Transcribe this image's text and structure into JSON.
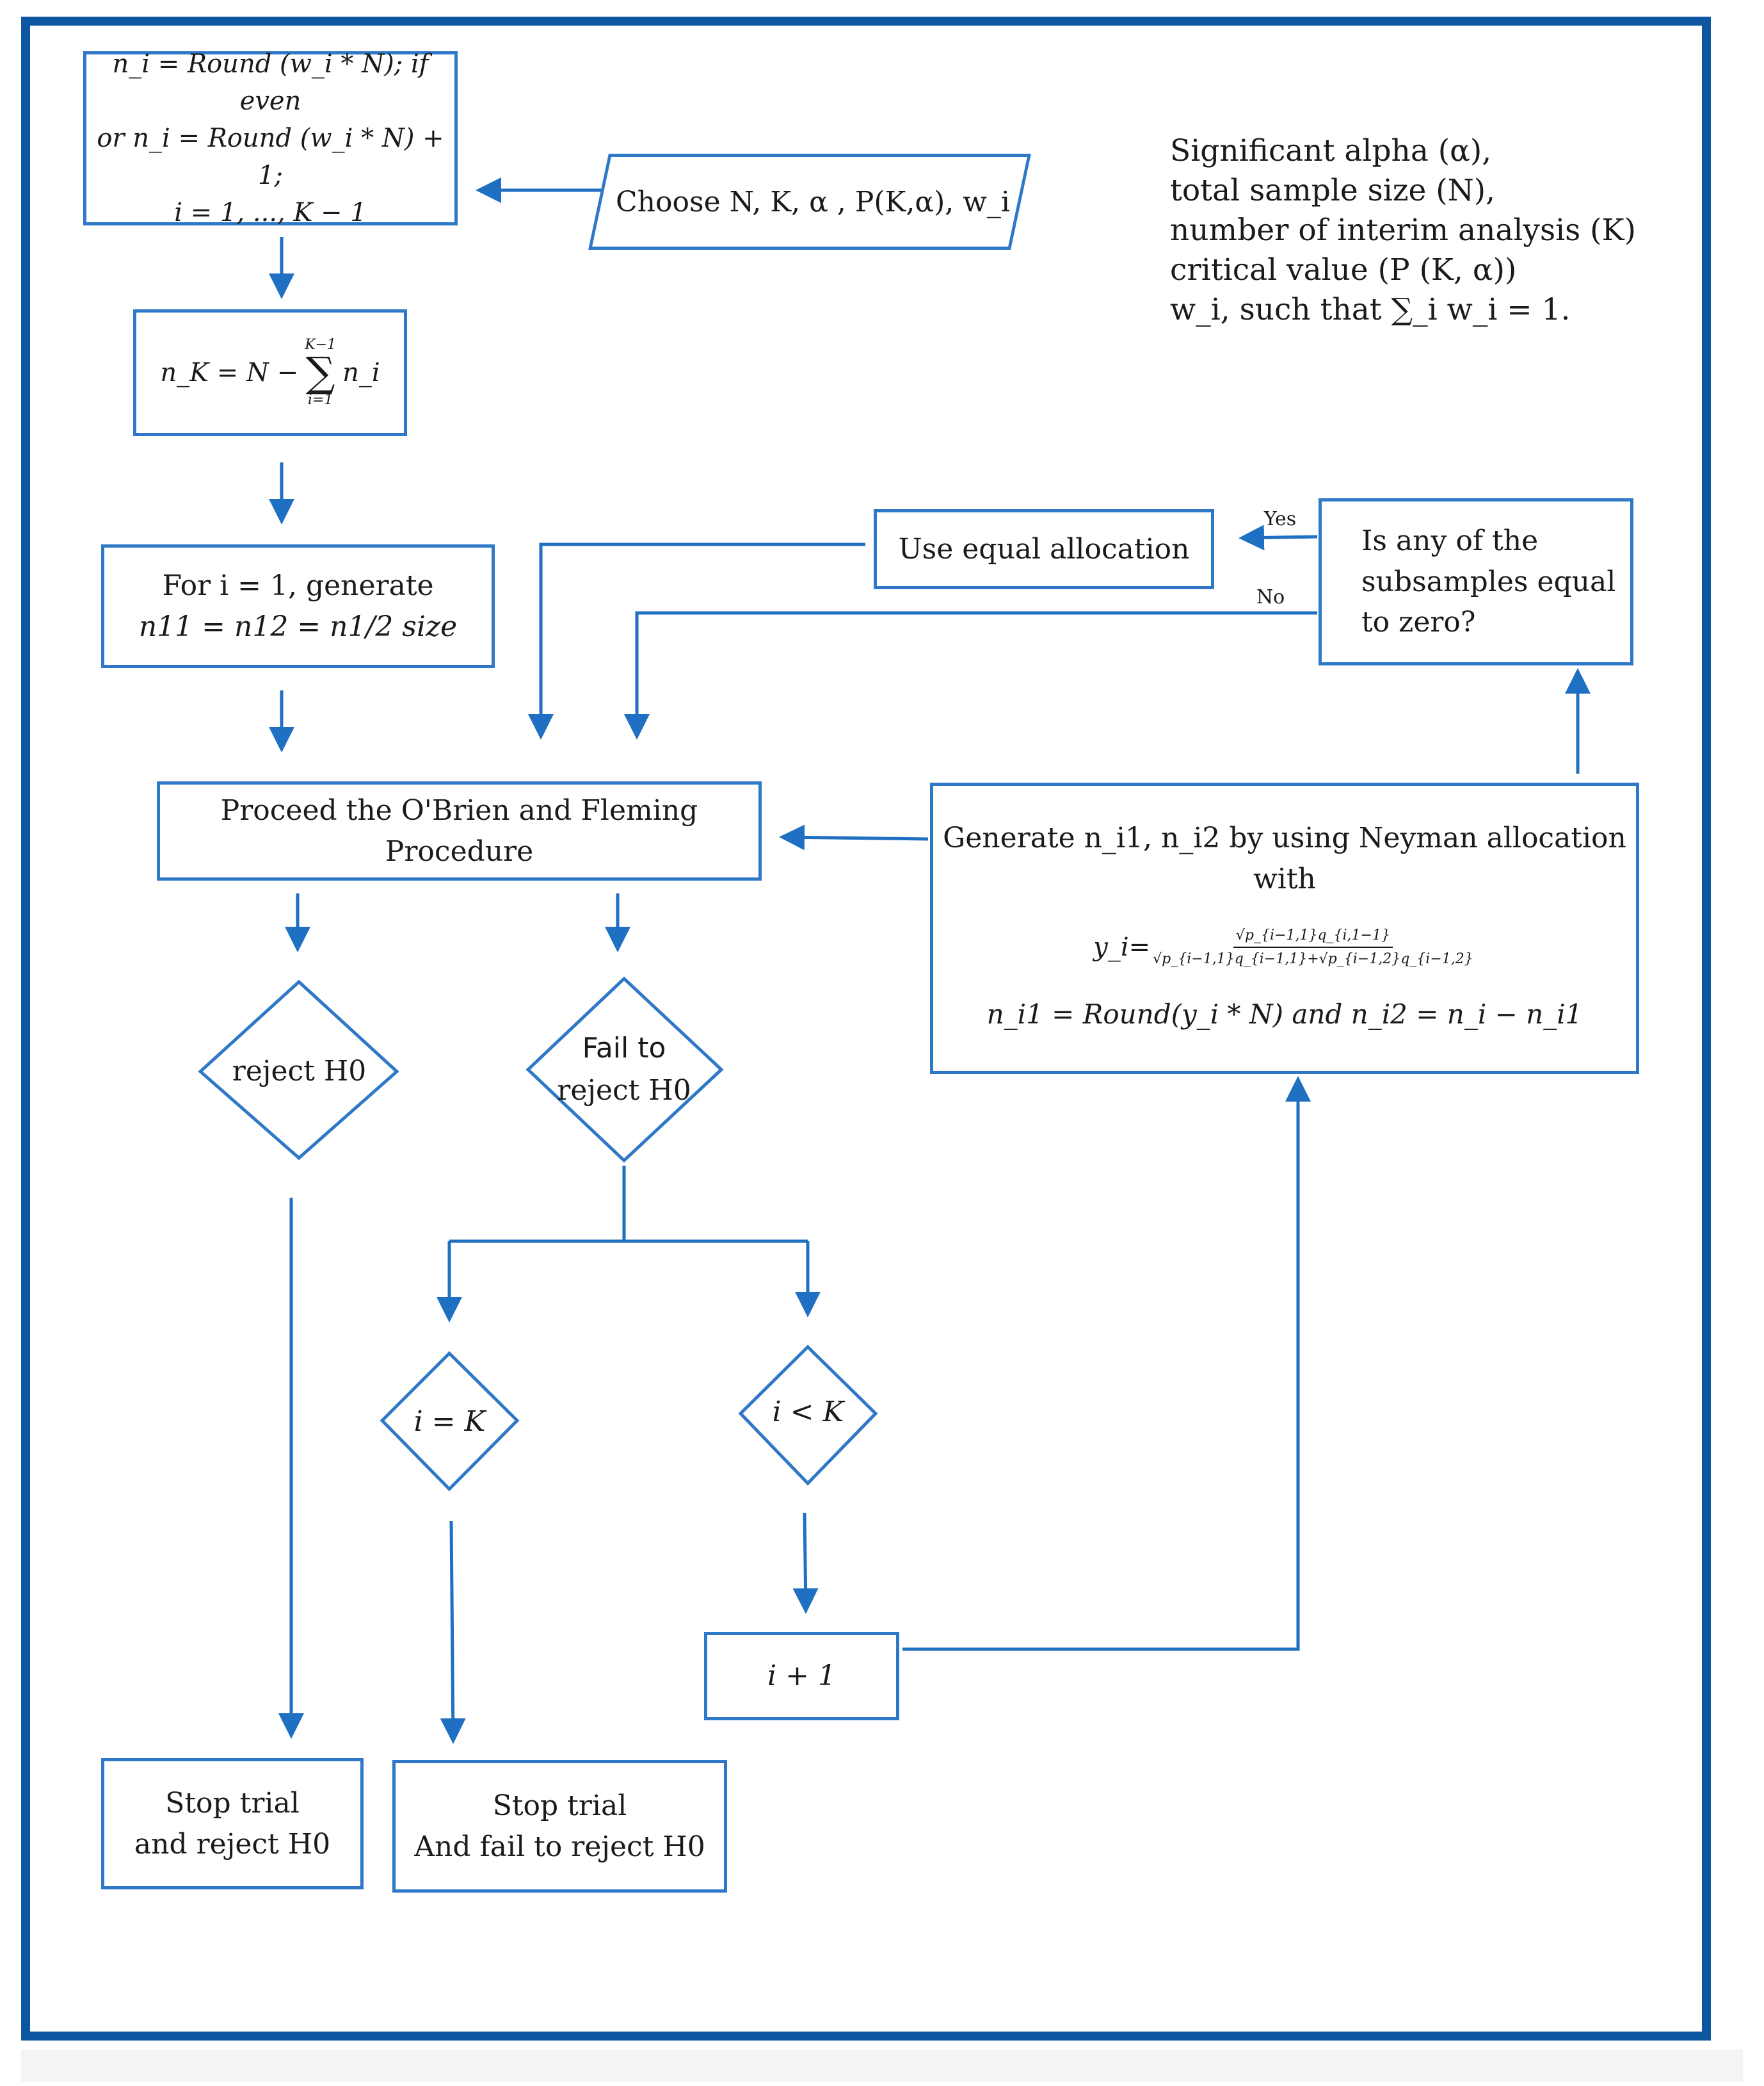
{
  "nodes": {
    "round_box": {
      "line1": "n_i = Round (w_i * N); if even",
      "line2": "or n_i = Round (w_i * N) + 1;",
      "line3": "i = 1, ..., K − 1"
    },
    "choose": "Choose N, K, α , P(K,α), w_i",
    "nk_box": {
      "lhs": "n_K = N −",
      "sum_top": "K−1",
      "sum_bottom": "i=1",
      "term": "n_i"
    },
    "for_box": {
      "line1": "For i = 1, generate",
      "line2": "n11 = n12 = n1/2 size"
    },
    "equal_alloc": "Use equal allocation",
    "question": {
      "line1": "Is any of the",
      "line2": "subsamples equal",
      "line3": "to zero?"
    },
    "yes_label": "Yes",
    "no_label": "No",
    "proceed": "Proceed the O'Brien and Fleming Procedure",
    "neyman": {
      "line1": "Generate n_i1, n_i2 by using Neyman allocation with",
      "y_lhs": "y_i=",
      "y_num": "√p_{i−1,1}q_{i,1−1}",
      "y_den": "√p_{i−1,1}q_{i−1,1}+√p_{i−1,2}q_{i−1,2}",
      "line3": "n_i1 = Round(y_i * N) and n_i2 = n_i − n_i1"
    },
    "reject": "reject H0",
    "fail": {
      "line1": "Fail to",
      "line2": "reject H0"
    },
    "i_eq_k": "i = K",
    "i_lt_k": "i < K",
    "i_plus": "i + 1",
    "stop_reject": {
      "line1": "Stop trial",
      "line2": "and reject H0"
    },
    "stop_fail": {
      "line1": "Stop trial",
      "line2": "And fail to reject H0"
    }
  },
  "notes": [
    "Significant alpha (α),",
    "total sample size (N),",
    "number of interim analysis (K)",
    "critical value (P (K, α))",
    "w_i, such that ∑_i w_i = 1."
  ],
  "colors": {
    "frame": "#0f56a0",
    "shape": "#2f78c7",
    "arrow": "#1f6fc2"
  }
}
